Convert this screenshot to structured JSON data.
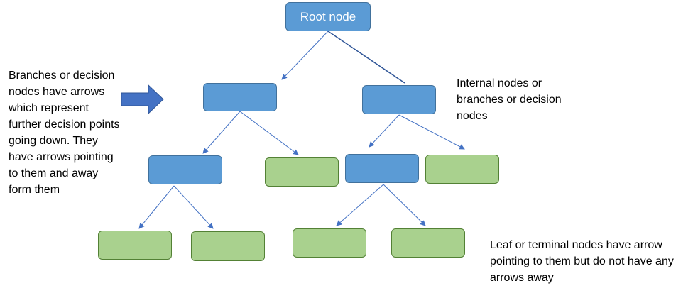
{
  "root_label": "Root node",
  "annotations": {
    "branches_text": "Branches or decision nodes have arrows which represent further decision points going down. They have arrows pointing to them and away form them",
    "internal_text": "Internal nodes or branches or decision nodes",
    "leaf_text": "Leaf or terminal nodes have arrow pointing to them but do not have any arrows away"
  },
  "colors": {
    "decision_fill": "#5b9bd5",
    "decision_border": "#41719c",
    "leaf_fill": "#a9d18e",
    "leaf_border": "#538135",
    "connector": "#4472c4",
    "pointer_arrow": "#4472c4"
  }
}
